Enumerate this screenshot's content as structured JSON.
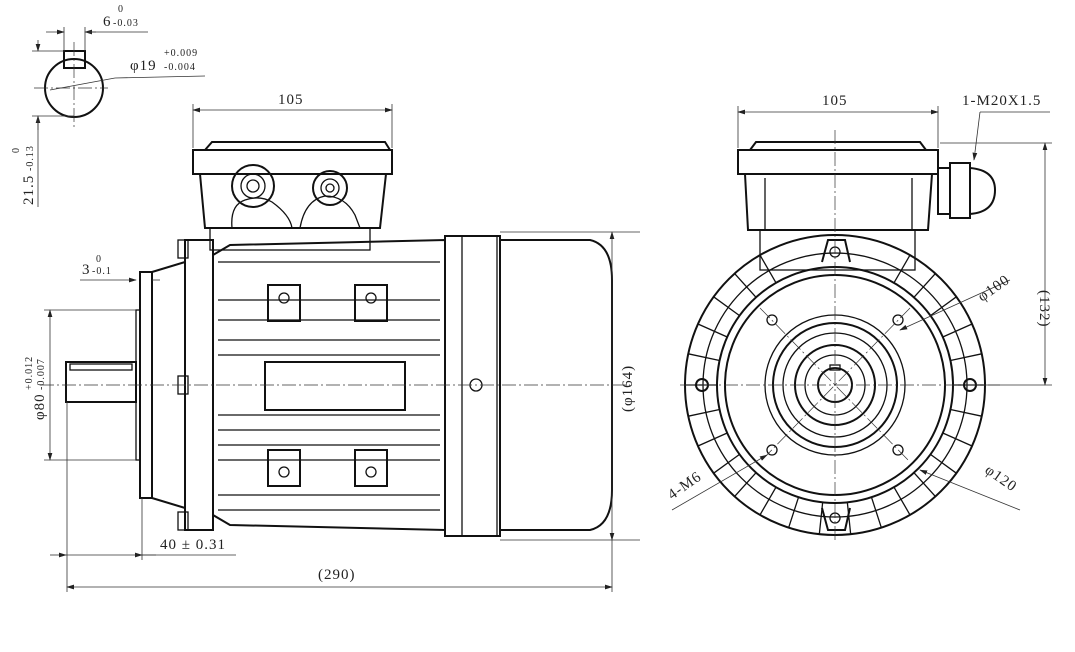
{
  "title": "Motor outline dimension drawing",
  "shaft_section": {
    "key_width": "6",
    "key_width_tol_upper": "0",
    "key_width_tol_lower": "-0.03",
    "shaft_dia": "φ19",
    "shaft_dia_tol_upper": "+0.009",
    "shaft_dia_tol_lower": "-0.004",
    "key_depth": "21.5",
    "key_depth_tol_upper": "0",
    "key_depth_tol_lower": "-0.13"
  },
  "side_view": {
    "terminal_box_width": "105",
    "spigot_depth": "3",
    "spigot_depth_tol_upper": "0",
    "spigot_depth_tol_lower": "-0.1",
    "spigot_dia": "φ80",
    "spigot_dia_tol_upper": "+0.012",
    "spigot_dia_tol_lower": "-0.007",
    "shaft_length": "40 ± 0.31",
    "overall_length": "(290)",
    "overall_diameter": "(φ164)"
  },
  "front_view": {
    "terminal_box_width": "105",
    "cable_gland": "1-M20X1.5",
    "shaft_height": "(132)",
    "pcd_inner": "φ100",
    "pcd_outer": "φ120",
    "tapped_holes": "4-M6"
  }
}
